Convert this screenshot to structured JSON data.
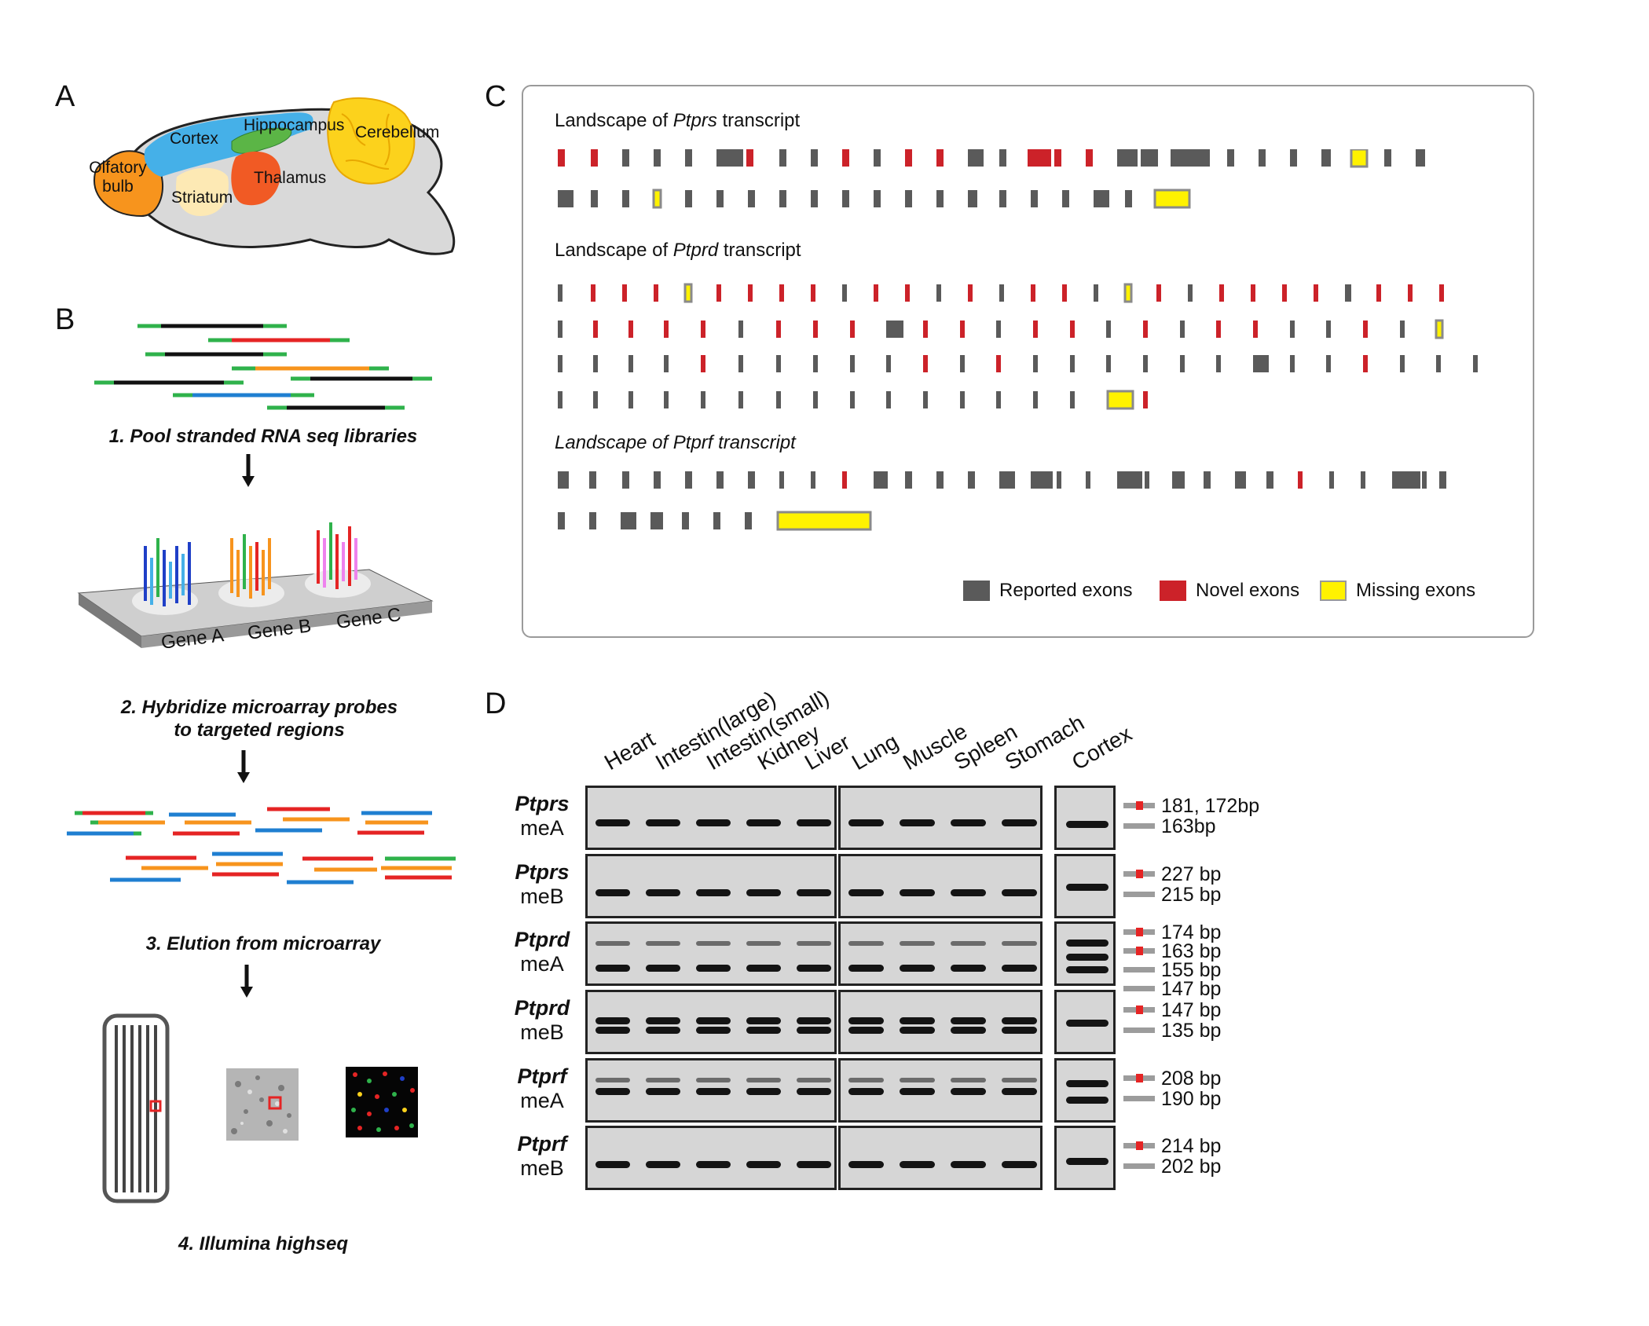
{
  "panels": {
    "A": "A",
    "B": "B",
    "C": "C",
    "D": "D"
  },
  "panelA": {
    "regions": {
      "olfactory": "Olfatory\nbulb",
      "cortex": "Cortex",
      "hippocampus": "Hippocampus",
      "cerebellum": "Cerebellum",
      "thalamus": "Thalamus",
      "striatum": "Striatum"
    },
    "colors": {
      "olfactory": "#f7941d",
      "cortex": "#45b0e8",
      "hippocampus": "#5bb546",
      "cerebellum": "#fcd21c",
      "thalamus": "#f15a24",
      "striatum": "#fde9b4",
      "brain": "#d9d9d9"
    }
  },
  "panelB": {
    "step1": "1. Pool stranded RNA seq libraries",
    "step2a": "2. Hybridize microarray probes",
    "step2b": "to targeted regions",
    "step3": "3. Elution from microarray",
    "step4": "4. Illumina highseq",
    "genes": [
      "Gene A",
      "Gene B",
      "Gene C"
    ]
  },
  "panelC": {
    "t1_pre": "Landscape of ",
    "t1_gene": "Ptprs",
    "t1_post": " transcript",
    "t2_pre": "Landscape of ",
    "t2_gene": "Ptprd",
    "t2_post": " transcript",
    "t3": "Landscape of Ptprf transcript",
    "legend": {
      "reported": "Reported exons",
      "novel": "Novel exons",
      "missing": "Missing exons"
    },
    "colors": {
      "reported": "#5a5a5a",
      "novel": "#cc2229",
      "missing": "#fff200"
    }
  },
  "panelD": {
    "tissues": [
      "Heart",
      "Intestin(large)",
      "Intestin(small)",
      "Kidney",
      "Liver",
      "Lung",
      "Muscle",
      "Spleen",
      "Stomach",
      "Cortex"
    ],
    "rows": [
      {
        "gene": "Ptprs",
        "mode": "meA",
        "sizes": [
          "181, 172bp",
          "163bp"
        ]
      },
      {
        "gene": "Ptprs",
        "mode": "meB",
        "sizes": [
          "227 bp",
          "215 bp"
        ]
      },
      {
        "gene": "Ptprd",
        "mode": "meA",
        "sizes": [
          "174 bp",
          "163 bp",
          "155 bp",
          "147 bp"
        ]
      },
      {
        "gene": "Ptprd",
        "mode": "meB",
        "sizes": [
          "147 bp",
          "135 bp"
        ]
      },
      {
        "gene": "Ptprf",
        "mode": "meA",
        "sizes": [
          "208 bp",
          "190 bp"
        ]
      },
      {
        "gene": "Ptprf",
        "mode": "meB",
        "sizes": [
          "214 bp",
          "202 bp"
        ]
      }
    ]
  }
}
